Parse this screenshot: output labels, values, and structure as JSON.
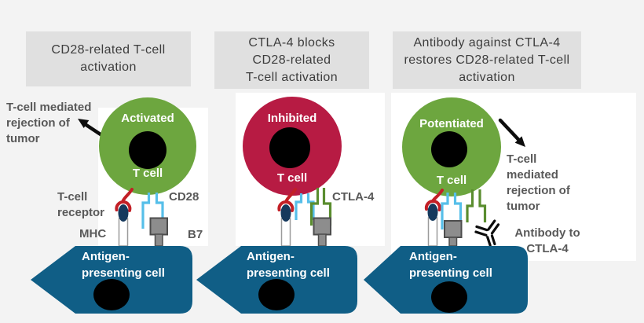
{
  "colors": {
    "background": "#f3f3f3",
    "header_bg": "#e0e0e0",
    "header_text": "#3d3d3d",
    "label_gray": "#595959",
    "cell_text": "#ffffff",
    "activated_green": "#6da63f",
    "inhibited_red": "#b71b43",
    "apc_teal": "#105e86",
    "nucleus_black": "#000000",
    "cd28_blue": "#56bfe9",
    "ctla4_green": "#5a8d2f",
    "b7_gray": "#8d8d8d",
    "b7_outline": "#4d4d4d",
    "mhc_navy": "#16395d",
    "tcr_red": "#c21f26",
    "arrow_black": "#0d0d0d",
    "stalk_outline": "#9b9b9b"
  },
  "panels": [
    {
      "header": "CD28-related T-cell\nactivation",
      "state": "Activated",
      "cell": "T cell",
      "note": "T-cell mediated\nrejection of\ntumor",
      "receptor_labels": {
        "tcr": "T-cell\nreceptor",
        "mhc": "MHC",
        "cd28": "CD28",
        "b7": "B7"
      },
      "apc": "Antigen-\npresenting cell"
    },
    {
      "header": "CTLA-4 blocks\nCD28-related\nT-cell activation",
      "state": "Inhibited",
      "cell": "T cell",
      "receptor_labels": {
        "ctla4": "CTLA-4"
      },
      "apc": "Antigen-\npresenting cell"
    },
    {
      "header": "Antibody against CTLA-4\nrestores CD28-related T-cell\nactivation",
      "state": "Potentiated",
      "cell": "T cell",
      "note": "T-cell\nmediated\nrejection of\ntumor",
      "receptor_labels": {
        "antibody": "Antibody to\nCTLA-4"
      },
      "apc": "Antigen-\npresenting cell"
    }
  ]
}
